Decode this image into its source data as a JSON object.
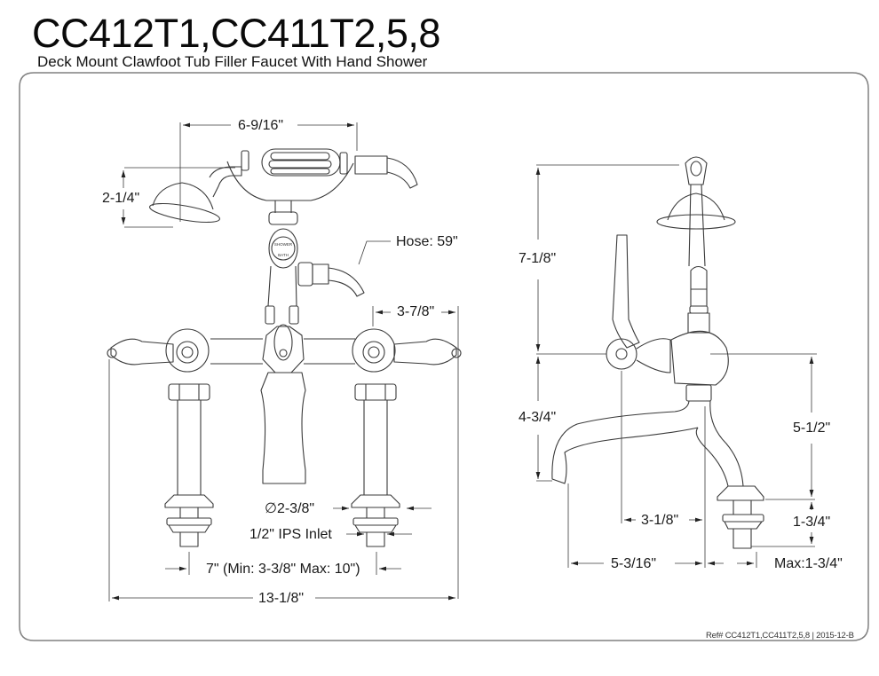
{
  "header": {
    "title": "CC412T1,CC411T2,5,8",
    "subtitle": "Deck Mount Clawfoot Tub Filler Faucet With Hand Shower"
  },
  "front_view": {
    "dim_handshower_width": "6-9/16\"",
    "dim_handshower_height": "2-1/4\"",
    "hose_label": "Hose: 59\"",
    "dim_handle_reach": "3-7/8\"",
    "dim_flange_diameter": "∅2-3/8\"",
    "inlet_label": "1/2\" IPS Inlet",
    "dim_centers": "7\" (Min: 3-3/8\" Max: 10\")",
    "dim_overall_width": "13-1/8\"",
    "diverter_top_text": "SHOWER",
    "diverter_bottom_text": "BATH"
  },
  "side_view": {
    "dim_upper_height": "7-1/8\"",
    "dim_spout_drop": "4-3/4\"",
    "dim_body_height": "5-1/2\"",
    "dim_spout_offset": "3-1/8\"",
    "dim_shank_length": "1-3/4\"",
    "dim_spout_reach": "5-3/16\"",
    "dim_max_deck": "Max:1-3/4\""
  },
  "footer": {
    "reference": "Ref# CC412T1,CC411T2,5,8 | 2015-12-B"
  },
  "colors": {
    "line": "#3a3a3a",
    "frame": "#808080",
    "background": "#ffffff"
  }
}
